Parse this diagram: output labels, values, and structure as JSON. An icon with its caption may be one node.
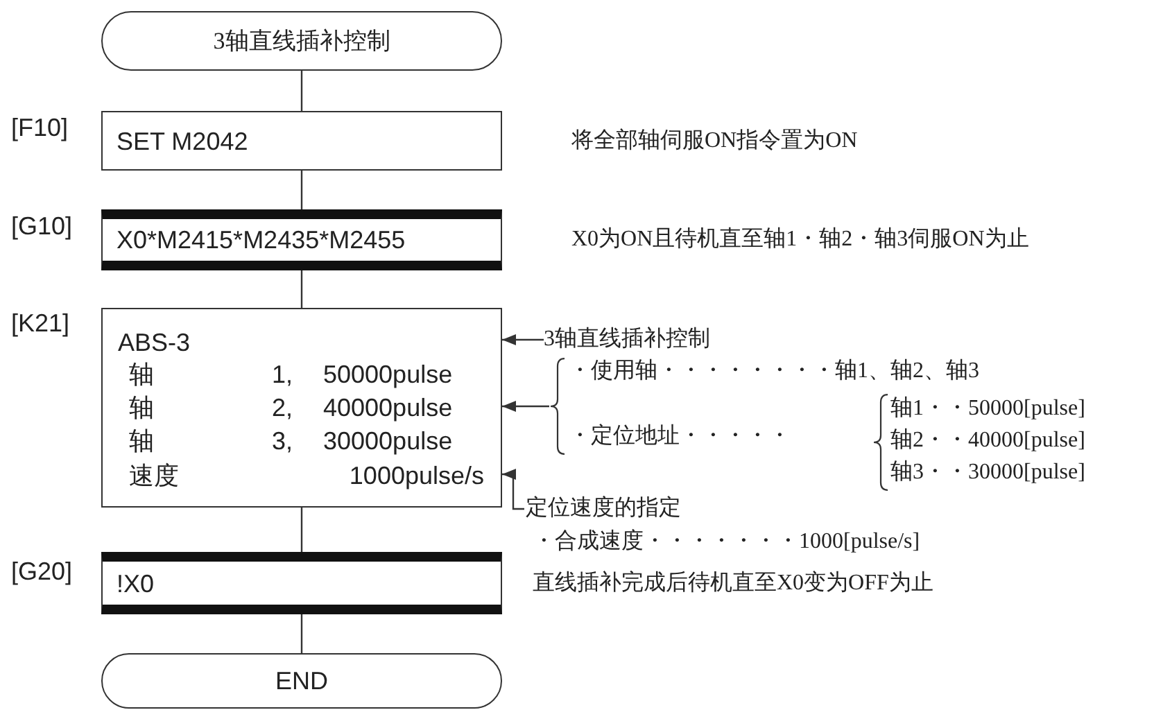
{
  "diagram": {
    "nodes": [
      {
        "text": [
          "3轴直线插补控制"
        ]
      },
      {
        "text": [
          "SET M2042"
        ],
        "beside": [
          "[F10]",
          "将全部轴伺服ON指令置为ON"
        ]
      },
      {
        "text": [
          "X0*M2415*M2435*M2455"
        ],
        "beside": [
          "[G10]",
          "X0为ON且待机直至轴1・轴2・轴3伺服ON为止"
        ]
      },
      {
        "text": [
          "ABS-3",
          "轴",
          "1,",
          "50000pulse",
          "轴",
          "2,",
          "40000pulse",
          "轴",
          "3,",
          "30000pulse",
          "速度",
          "1000pulse/s"
        ],
        "beside": [
          "[K21]"
        ]
      },
      {
        "text": [
          "!X0"
        ],
        "beside": [
          "[G20]",
          "直线插补完成后待机直至X0变为OFF为止"
        ]
      },
      {
        "text": [
          "END"
        ]
      },
      {
        "text": [
          "3轴直线插补控制"
        ]
      },
      {
        "text": [
          "・使用轴・・・・・・・・轴1、轴2、轴3",
          "・定位地址・・・・・",
          "轴1・・50000[pulse]",
          "轴2・・40000[pulse]",
          "轴3・・30000[pulse]"
        ]
      },
      {
        "text": [
          "定位速度的指定",
          "・合成速度・・・・・・・1000[pulse/s]"
        ]
      }
    ],
    "edges": [
      {
        "from": 0,
        "to": 1,
        "arrow": "none"
      },
      {
        "from": 1,
        "to": 2,
        "arrow": "none"
      },
      {
        "from": 2,
        "to": 3,
        "arrow": "none"
      },
      {
        "from": 3,
        "to": 4,
        "arrow": "none"
      },
      {
        "from": 4,
        "to": 5,
        "arrow": "none"
      },
      {
        "from": 6,
        "to": 3,
        "arrow": "to"
      },
      {
        "from": 7,
        "to": 3,
        "arrow": "to"
      },
      {
        "from": 8,
        "to": 3,
        "arrow": "to"
      }
    ]
  }
}
